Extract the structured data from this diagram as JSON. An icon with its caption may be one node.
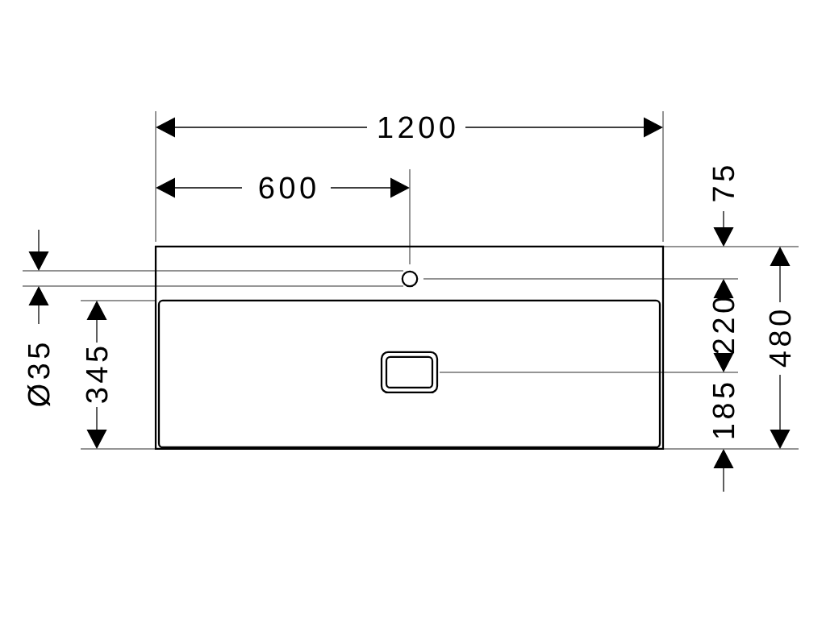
{
  "diagram": {
    "labels": [
      "1200",
      "600",
      "75",
      "Ø35",
      "345",
      "220",
      "480",
      "185"
    ]
  }
}
